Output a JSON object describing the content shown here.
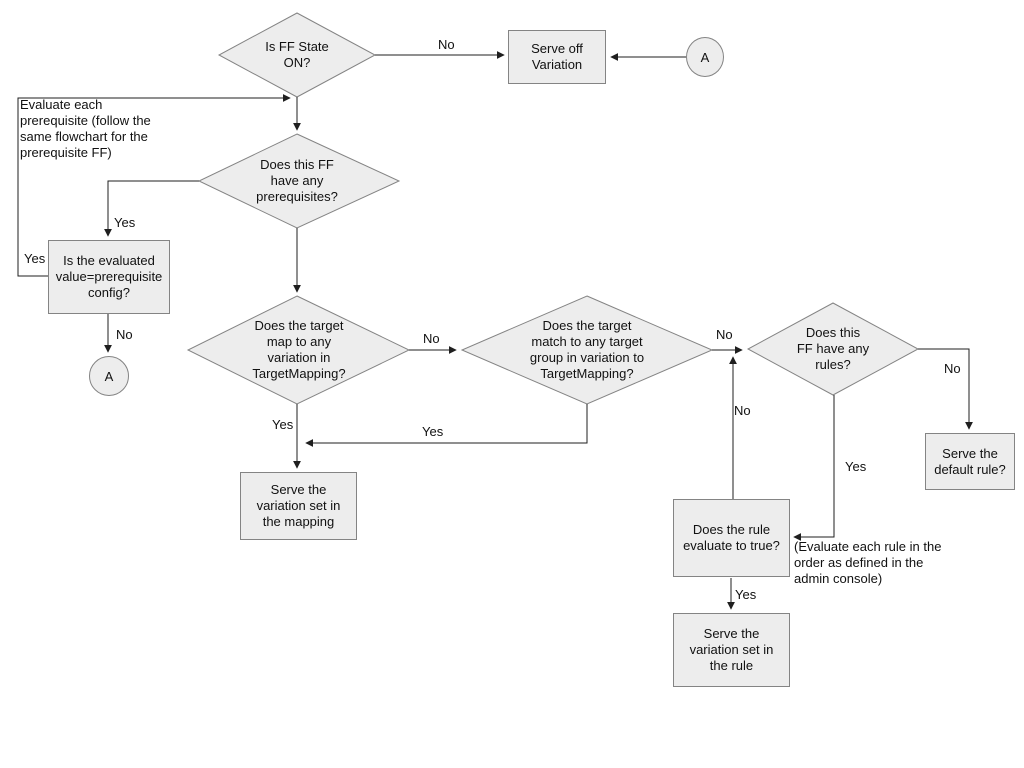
{
  "diagram": {
    "colors": {
      "background": "#ffffff",
      "shape_fill": "#ededed",
      "shape_stroke": "#848484",
      "connector_line": "#1f1f1f",
      "text": "#111111"
    },
    "nodes": {
      "ff_state_on": {
        "type": "decision",
        "label": "Is FF State\nON?"
      },
      "serve_off_variation": {
        "type": "process",
        "label": "Serve off\nVariation"
      },
      "connector_a_top": {
        "type": "connector",
        "label": "A"
      },
      "note_prerequisite": {
        "type": "note",
        "label": "Evaluate each\nprerequisite (follow the\nsame flowchart for the\nprerequisite FF)"
      },
      "has_prerequisites": {
        "type": "decision",
        "label": "Does this FF\nhave any\nprerequisites?"
      },
      "evaluated_value": {
        "type": "process",
        "label": "Is the evaluated\nvalue=prerequisite\nconfig?"
      },
      "connector_a_left": {
        "type": "connector",
        "label": "A"
      },
      "target_mapping": {
        "type": "decision",
        "label": "Does the target\nmap to any\nvariation in\nTargetMapping?"
      },
      "target_group": {
        "type": "decision",
        "label": "Does the target\nmatch to any target\ngroup in variation to\nTargetMapping?"
      },
      "has_rules": {
        "type": "decision",
        "label": "Does this\nFF have any\nrules?"
      },
      "serve_default_rule": {
        "type": "process",
        "label": "Serve the\ndefault rule?"
      },
      "rule_evaluates_true": {
        "type": "process",
        "label": "Does the rule\nevaluate to true?"
      },
      "note_rule_order": {
        "type": "note",
        "label": "(Evaluate each rule in the\norder as defined in the\nadmin console)"
      },
      "serve_variation_rule": {
        "type": "process",
        "label": "Serve the\nvariation set in\nthe rule"
      },
      "serve_variation_mapping": {
        "type": "process",
        "label": "Serve the\nvariation set in\nthe mapping"
      }
    },
    "edge_labels": {
      "ff_state_no": "No",
      "prereq_yes": "Yes",
      "eval_loop_yes": "Yes",
      "eval_no": "No",
      "mapping_no": "No",
      "mapping_yes": "Yes",
      "group_yes": "Yes",
      "group_no": "No",
      "rule_loop_no": "No",
      "rules_yes": "Yes",
      "rules_no": "No",
      "rule_yes": "Yes"
    }
  }
}
